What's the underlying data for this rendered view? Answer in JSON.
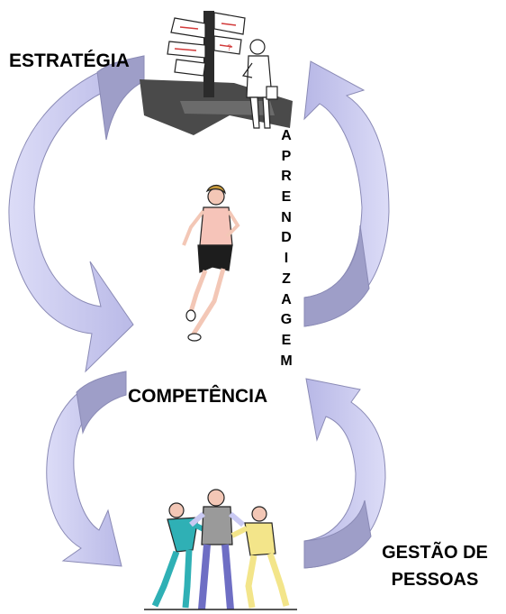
{
  "labels": {
    "top_left": "ESTRATÉGIA",
    "middle": "COMPETÊNCIA",
    "bottom_right_line1": "GESTÃO DE",
    "bottom_right_line2": "PESSOAS"
  },
  "vertical_word": {
    "letters": [
      "A",
      "P",
      "R",
      "E",
      "N",
      "D",
      "I",
      "Z",
      "A",
      "G",
      "E",
      "M"
    ]
  },
  "colors": {
    "arrow_light": "#c9c9f2",
    "arrow_dark": "#9e9ec8",
    "arrow_stroke": "#8a8ab5",
    "text": "#000000"
  },
  "illustrations": [
    "signpost-with-man-icon",
    "running-woman-icon",
    "team-huddle-icon"
  ]
}
